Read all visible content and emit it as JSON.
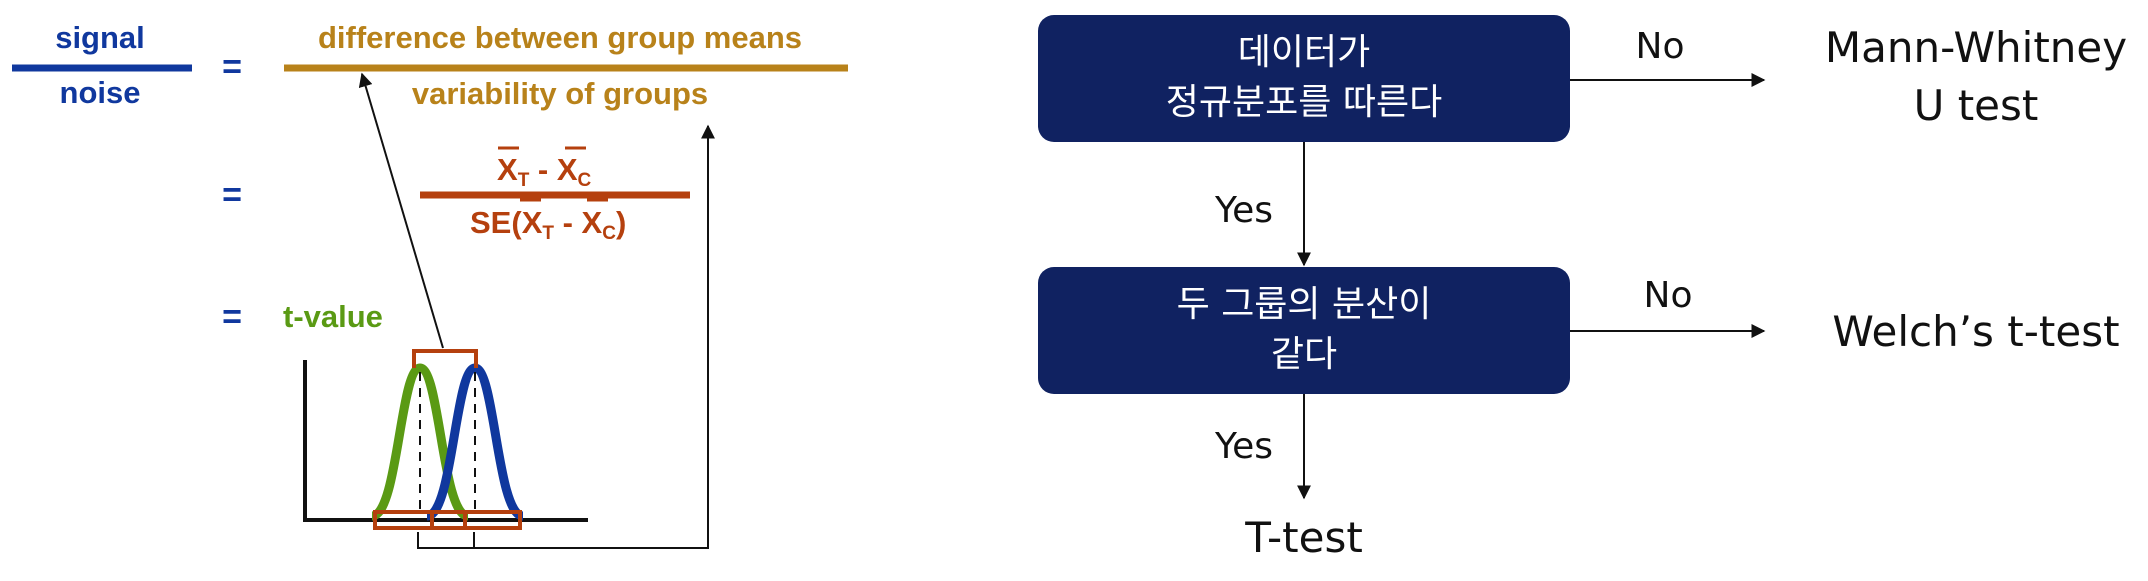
{
  "colors": {
    "blue": "#10389e",
    "gold": "#b8821a",
    "rust": "#b5400e",
    "green": "#5a9a14",
    "navy_box": "#102261",
    "ink": "#111111"
  },
  "formula": {
    "signal": "signal",
    "noise": "noise",
    "eq1": "=",
    "eq2": "=",
    "eq3": "=",
    "diff_numerator": "difference between group means",
    "diff_denominator": "variability of groups",
    "xt": "X",
    "xt_sub": "T",
    "minus": " - ",
    "xc": "X",
    "xc_sub": "C",
    "se_prefix": "SE(",
    "se_suffix": ")",
    "t_value": "t-value"
  },
  "flowchart": {
    "box1_line1": "데이터가",
    "box1_line2": "정규분포를 따른다",
    "box2_line1": "두 그룹의 분산이",
    "box2_line2": "같다",
    "no1": "No",
    "no2": "No",
    "yes1": "Yes",
    "yes2": "Yes",
    "result1_line1": "Mann-Whitney",
    "result1_line2": "U test",
    "result2": "Welch’s t-test",
    "result3": "T-test"
  }
}
